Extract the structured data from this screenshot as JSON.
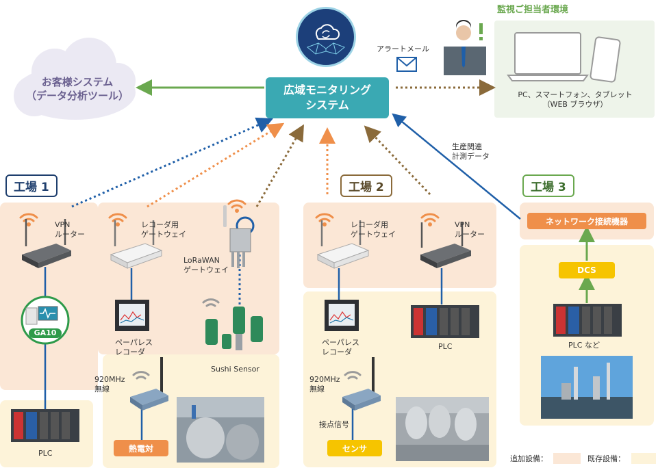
{
  "customer": {
    "line1": "お客様システム",
    "line2": "（データ分析ツール）"
  },
  "center": {
    "line1": "広域モニタリング",
    "line2": "システム"
  },
  "alert": {
    "label": "アラートメール"
  },
  "monitor": {
    "title": "監視ご担当者環境",
    "line1": "PC、スマートフォン、タブレット",
    "line2": "（WEB ブラウザ）"
  },
  "link_note": {
    "line1": "生産関連",
    "line2": "計測データ"
  },
  "factory1": {
    "title": "工場 1",
    "vpn": {
      "line1": "VPN",
      "line2": "ルーター"
    },
    "gateway": {
      "line1": "レコーダ用",
      "line2": "ゲートウェイ"
    },
    "lorawan": {
      "line1": "LoRaWAN",
      "line2": "ゲートウェイ"
    },
    "ga10": "GA10",
    "recorder": {
      "line1": "ペーパレス",
      "line2": "レコーダ"
    },
    "wireless": {
      "line1": "920MHz",
      "line2": "無線"
    },
    "sushi": "Sushi Sensor",
    "thermocouple": "熱電対",
    "plc": "PLC"
  },
  "factory2": {
    "title": "工場 2",
    "gateway": {
      "line1": "レコーダ用",
      "line2": "ゲートウェイ"
    },
    "vpn": {
      "line1": "VPN",
      "line2": "ルーター"
    },
    "recorder": {
      "line1": "ペーパレス",
      "line2": "レコーダ"
    },
    "plc": "PLC",
    "wireless": {
      "line1": "920MHz",
      "line2": "無線"
    },
    "contact": "接点信号",
    "sensor": "センサ"
  },
  "factory3": {
    "title": "工場 3",
    "network": "ネットワーク接続機器",
    "dcs": "DCS",
    "plc": "PLC など"
  },
  "legend": {
    "added": "追加設備：",
    "existing": "既存設備："
  },
  "colors": {
    "green": "#6aa84f",
    "blue_dotted": "#1f5fa8",
    "orange_dotted": "#ef8f4a",
    "brown_dotted": "#8a6a3a",
    "center": "#3aa9b3",
    "orange_box": "#ef8f4a",
    "yellow_box": "#f6c400",
    "dark_blue": "#1f5fa8"
  }
}
